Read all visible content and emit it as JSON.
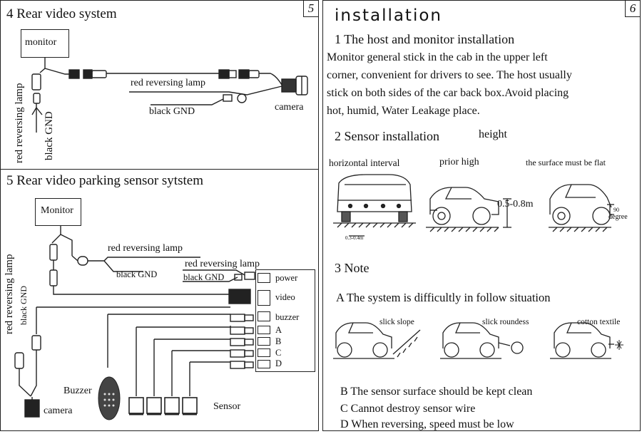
{
  "left": {
    "page_number": "5",
    "sec4": {
      "title": "4 Rear video  system",
      "monitor": "monitor",
      "red_reversing_lamp": "red  reversing lamp",
      "black_gnd": "black   GND",
      "camera": "camera",
      "vert_red": "red reversing lamp",
      "vert_black": "black  GND"
    },
    "sec5": {
      "title": "5 Rear video parking  sensor sytstem",
      "monitor": "Monitor",
      "red_reversing_lamp_1": "red  reversing lamp",
      "black_gnd_1": "black GND",
      "red_reversing_lamp_2": "red   reversing lamp",
      "black_gnd_2": "black GND",
      "ports": [
        "power",
        "video",
        "buzzer",
        "A",
        "B",
        "C",
        "D"
      ],
      "buzzer": "Buzzer",
      "camera": "camera",
      "sensor": "Sensor",
      "vert_red": "red  reversing lamp",
      "vert_black": "black GND"
    }
  },
  "right": {
    "page_number": "6",
    "title": "installation",
    "s1": {
      "heading": "1 The  host and monitor  installation",
      "lines": [
        "  Monitor general stick in the cab in the upper left",
        "corner, convenient for drivers to see. The host usually",
        "stick on both sides of  the car back box.Avoid placing",
        "hot, humid, Water Leakage place."
      ]
    },
    "s2": {
      "heading": "2  Sensor installation",
      "height": "height",
      "labels": [
        "horizontal  interval",
        "prior high",
        "the surface must be flat"
      ],
      "interval": "0.3-0.4m",
      "height_range": "0.5-0.8m",
      "angle": "90",
      "degree": "degree"
    },
    "s3": {
      "heading": "3  Note",
      "a": "A  The  system  is  difficultly  in follow  situation",
      "situations": [
        "slick slope",
        "slick  roundess",
        "cotton textile"
      ],
      "b": "B  The sensor  surface should be kept clean",
      "c": "C  Cannot destroy sensor wire",
      "d": "D  When reversing, speed must be low"
    }
  }
}
